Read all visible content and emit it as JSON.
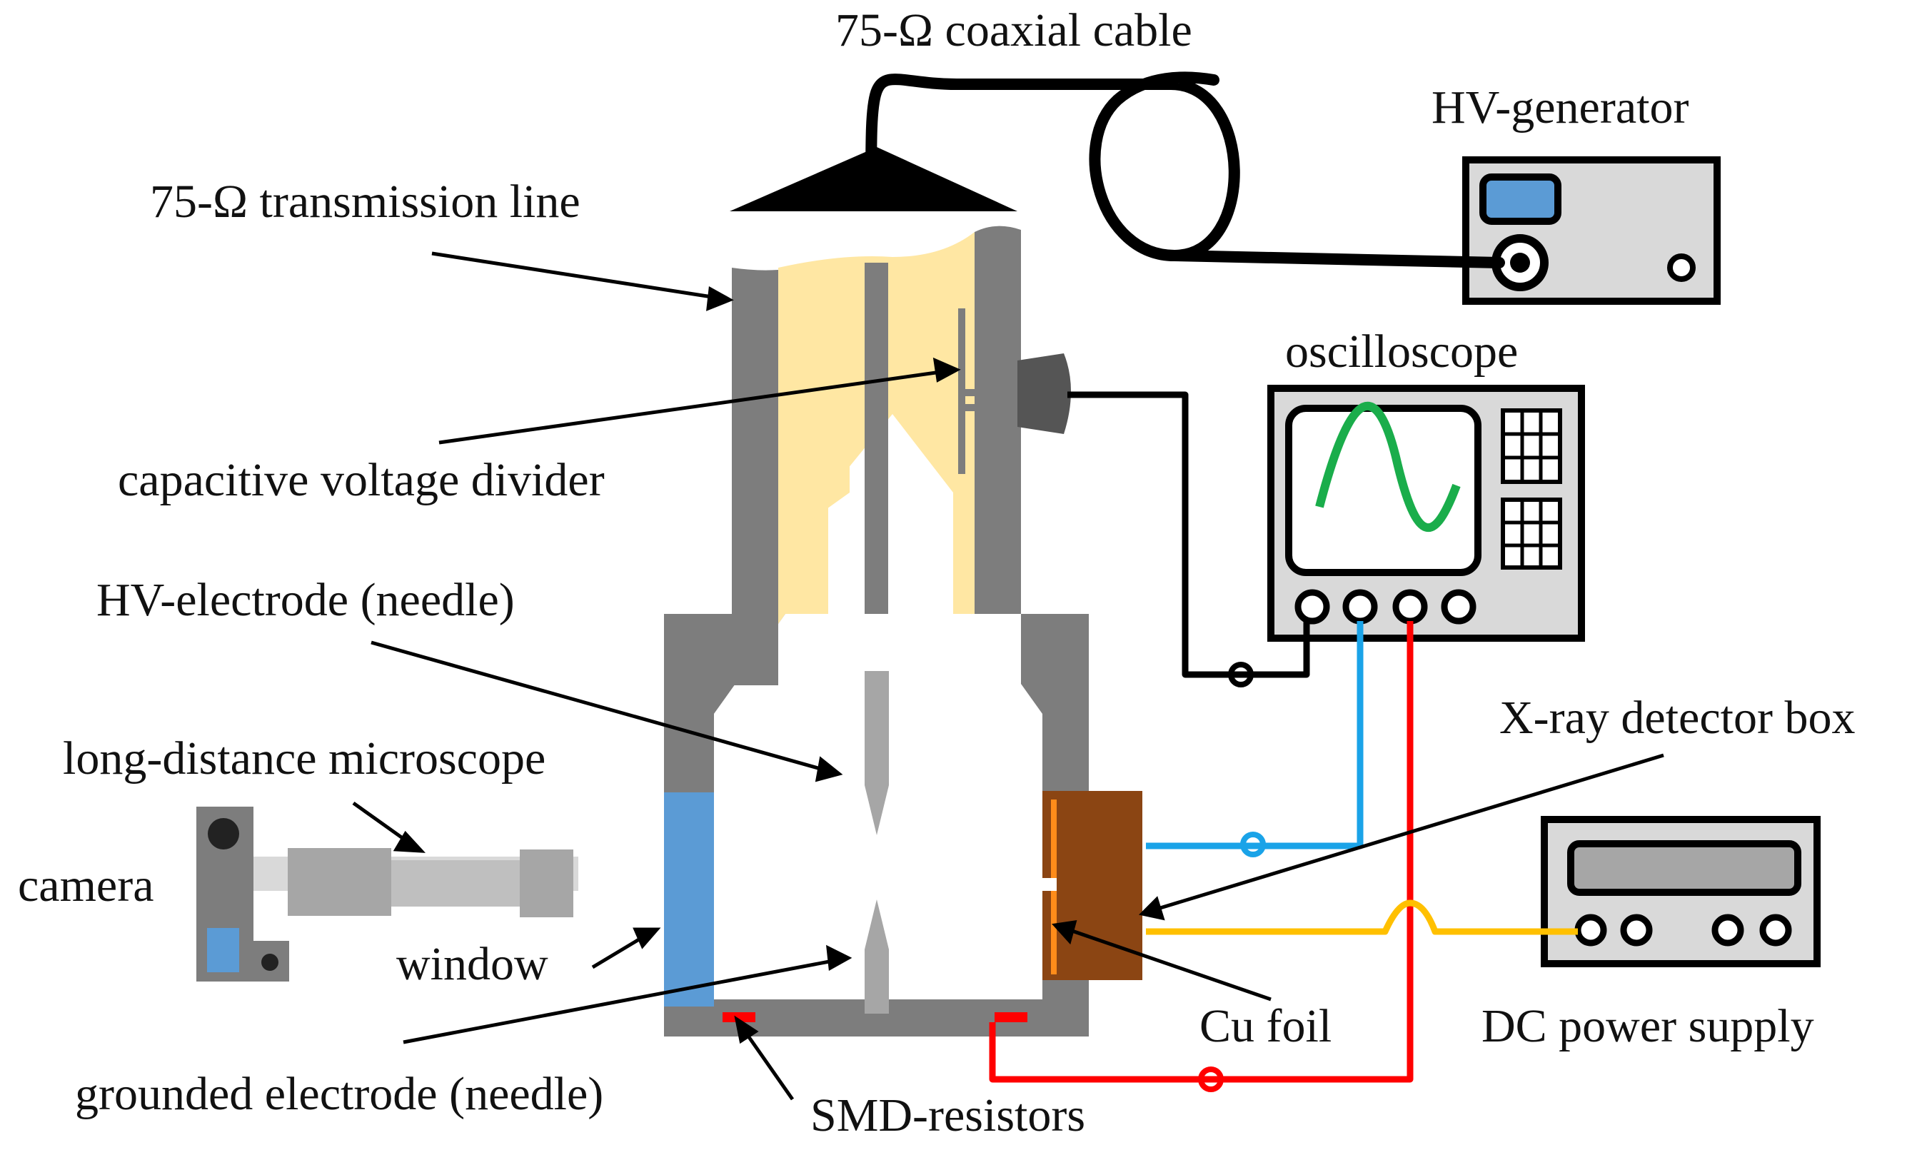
{
  "labels": {
    "coax_cable": "75-Ω coaxial cable",
    "hv_generator": "HV-generator",
    "transmission_line": "75-Ω transmission line",
    "oscilloscope": "oscilloscope",
    "capacitive_divider": "capacitive voltage divider",
    "hv_electrode": "HV-electrode (needle)",
    "xray_box": "X-ray detector box",
    "microscope": "long-distance microscope",
    "camera": "camera",
    "window": "window",
    "cu_foil": "Cu foil",
    "dc_supply": "DC power supply",
    "grounded_electrode": "grounded electrode (needle)",
    "smd_resistors": "SMD-resistors"
  },
  "colors": {
    "steel": "#7d7d7d",
    "dielectric": "#ffe7a3",
    "window_blue": "#5b9bd5",
    "detector_brown": "#8b4513",
    "cu_orange": "#ff8c1a",
    "signal_blue": "#1aa3e8",
    "signal_red": "#ff0000",
    "power_yellow": "#ffc000",
    "trace_green": "#1aad4b",
    "panel_gray": "#d9d9d9"
  }
}
